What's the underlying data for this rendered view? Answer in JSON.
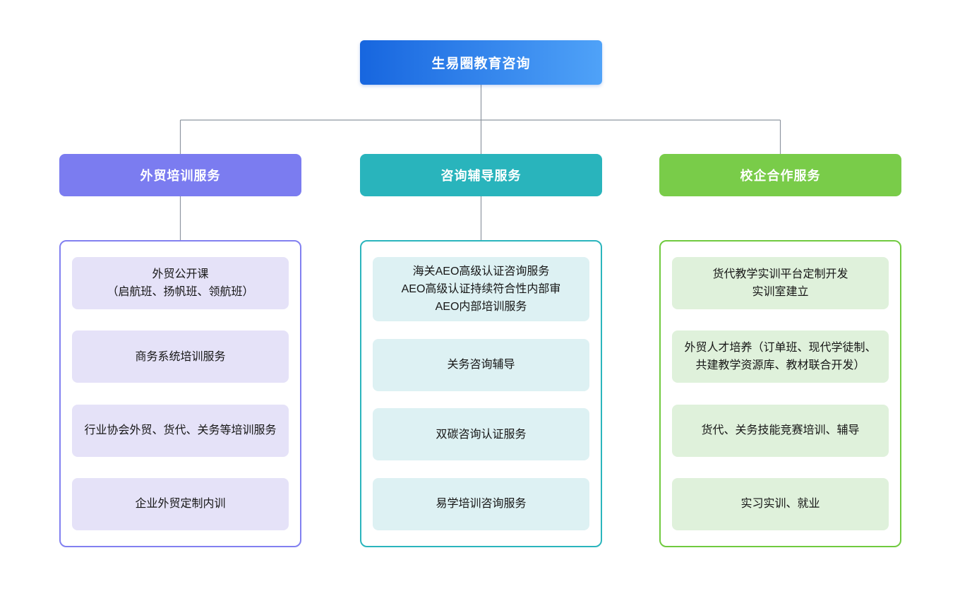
{
  "title": {
    "label": "生易圈教育咨询",
    "gradient_from": "#1766DF",
    "gradient_to": "#4FA2F8"
  },
  "connector_color": "#8E96A0",
  "columns": [
    {
      "header": "外贸培训服务",
      "header_color": "#7B7CF0",
      "border_color": "#8280F0",
      "item_bg": "#E5E2F8",
      "has_header_connector": true,
      "items": [
        {
          "text": "外贸公开课\n（启航班、扬帆班、领航班）"
        },
        {
          "text": "商务系统培训服务"
        },
        {
          "text": "行业协会外贸、货代、关务等培训服务"
        },
        {
          "text": "企业外贸定制内训"
        }
      ]
    },
    {
      "header": "咨询辅导服务",
      "header_color": "#29B4BC",
      "border_color": "#2BB5BD",
      "item_bg": "#DDF1F3",
      "has_header_connector": true,
      "items": [
        {
          "text": "海关AEO高级认证咨询服务\nAEO高级认证持续符合性内部审\nAEO内部培训服务"
        },
        {
          "text": "关务咨询辅导"
        },
        {
          "text": "双碳咨询认证服务"
        },
        {
          "text": "易学培训咨询服务"
        }
      ]
    },
    {
      "header": "校企合作服务",
      "header_color": "#79CC49",
      "border_color": "#70CA3F",
      "item_bg": "#DFF1DB",
      "has_header_connector": false,
      "items": [
        {
          "text": "货代教学实训平台定制开发\n实训室建立"
        },
        {
          "text": "外贸人才培养（订单班、现代学徒制、共建教学资源库、教材联合开发）"
        },
        {
          "text": "货代、关务技能竞赛培训、辅导"
        },
        {
          "text": "实习实训、就业"
        }
      ]
    }
  ]
}
